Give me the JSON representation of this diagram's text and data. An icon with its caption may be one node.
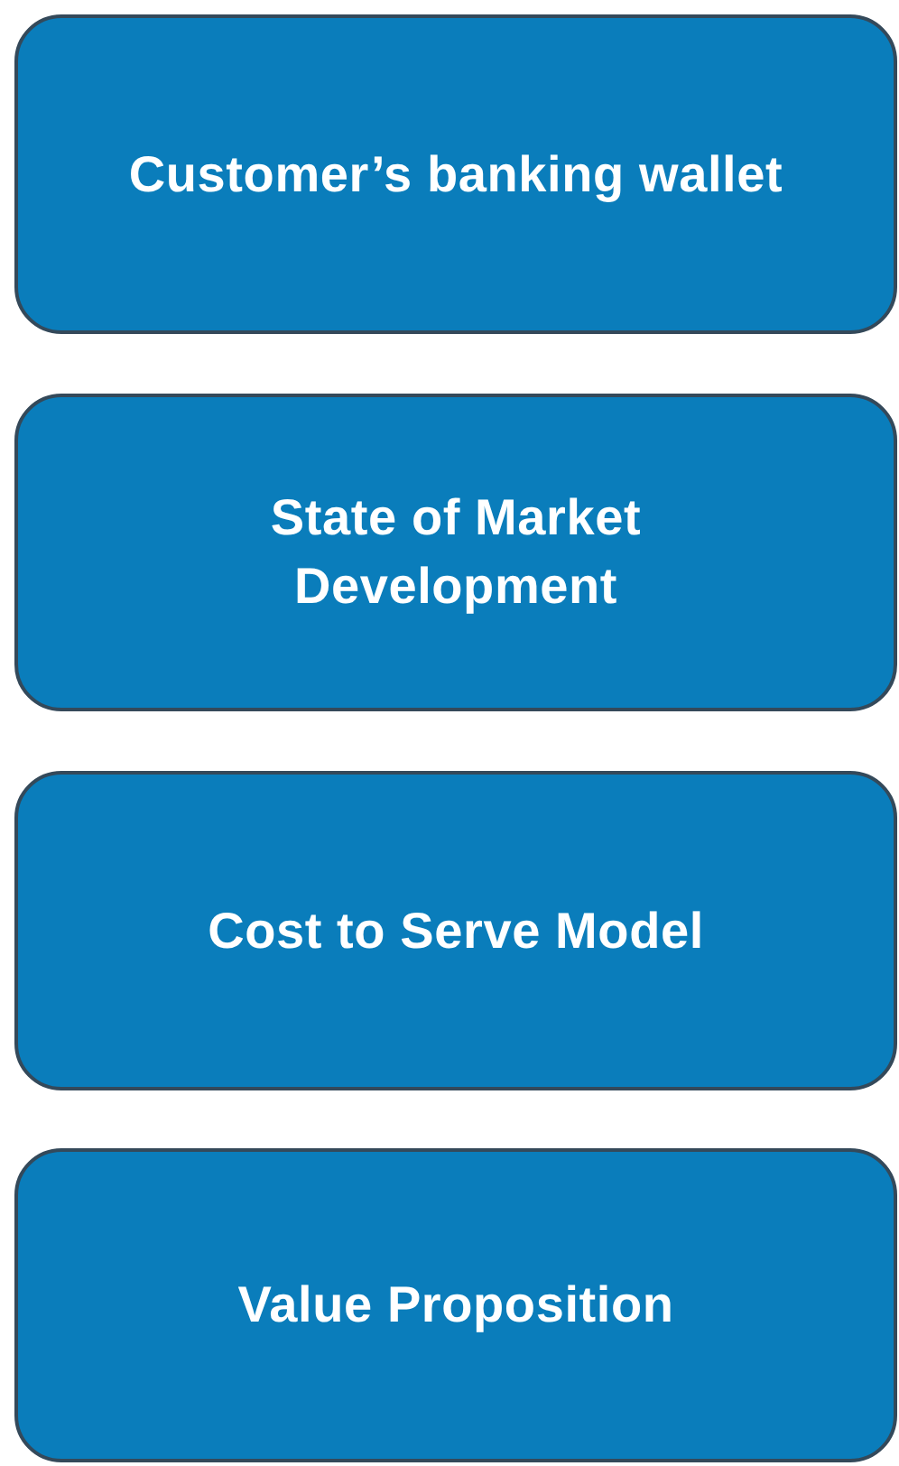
{
  "diagram": {
    "nodes": [
      {
        "text": [
          "Customer’s banking wallet"
        ]
      },
      {
        "text": [
          "State of Market Development"
        ]
      },
      {
        "text": [
          "Cost to Serve Model"
        ]
      },
      {
        "text": [
          "Value Proposition"
        ]
      }
    ]
  }
}
